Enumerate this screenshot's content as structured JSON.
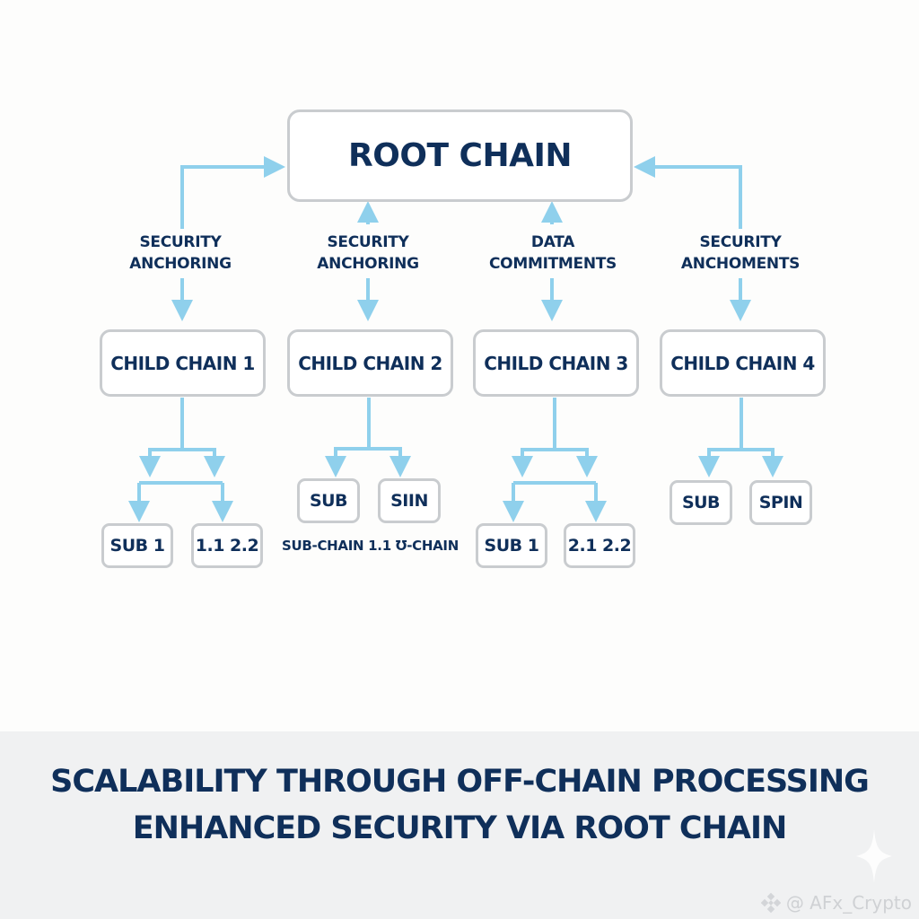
{
  "diagram": {
    "root": {
      "label": "ROOT CHAIN"
    },
    "connector_labels": [
      {
        "line1": "SECURITY",
        "line2": "ANCHORING"
      },
      {
        "line1": "SECURITY",
        "line2": "ANCHORING"
      },
      {
        "line1": "DATA",
        "line2": "COMMITMENTS"
      },
      {
        "line1": "SECURITY",
        "line2": "ANCHOMENTS"
      }
    ],
    "children": [
      {
        "label": "CHILD CHAIN 1",
        "subs": [
          "SUB 1",
          "1.1 2.2"
        ]
      },
      {
        "label": "CHILD CHAIN 2",
        "subs": [
          "SUB",
          "SIIN"
        ],
        "caption": "SUB-CHAIN 1.1 Ʊ-CHAIN"
      },
      {
        "label": "CHILD CHAIN 3",
        "subs": [
          "SUB 1",
          "2.1 2.2"
        ]
      },
      {
        "label": "CHILD CHAIN 4",
        "subs": [
          "SUB",
          "SPIN"
        ]
      }
    ],
    "colors": {
      "arrow": "#8fd0ec",
      "box_border": "#c9cccf",
      "text": "#0f2f5a",
      "footer_bg": "#f0f1f2"
    }
  },
  "footer": {
    "line1": "SCALABILITY THROUGH OFF-CHAIN PROCESSING",
    "line2": "ENHANCED SECURITY VIA ROOT CHAIN"
  },
  "watermark": {
    "icon": "binance-logo-icon",
    "text": "@ AFx_Crypto"
  }
}
